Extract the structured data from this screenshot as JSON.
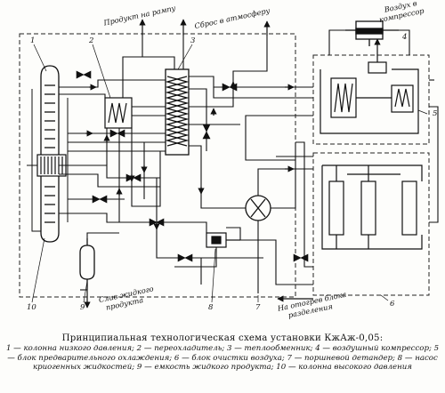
{
  "labels": {
    "product_to_ramp": "Продукт на рампу",
    "vent_to_atm": "Сброс в атмосферу",
    "air_to_compressor_l1": "Воздух в",
    "air_to_compressor_l2": "компрессор",
    "liquid_drain_l1": "Слив жидкого",
    "liquid_drain_l2": "продукта",
    "to_separation_l1": "На отогрев блока",
    "to_separation_l2": "разделения"
  },
  "numbers": {
    "n1": "1",
    "n2": "2",
    "n3": "3",
    "n4": "4",
    "n5": "5",
    "n6": "6",
    "n7": "7",
    "n8": "8",
    "n9": "9",
    "n10": "10"
  },
  "caption": {
    "title": "Принципиальная технологическая схема установки КжАж-0,05:",
    "body": "1 — колонна низкого давления; 2 — переохладитель; 3 — теплообменник; 4 — воздушный компрессор; 5 — блок предварительного охлаждения; 6 — блок очистки воздуха; 7 — поршневой детандер; 8 — насос криогенных жидкостей; 9 — емкость жидкого продукта; 10 — колонна высокого давления"
  }
}
